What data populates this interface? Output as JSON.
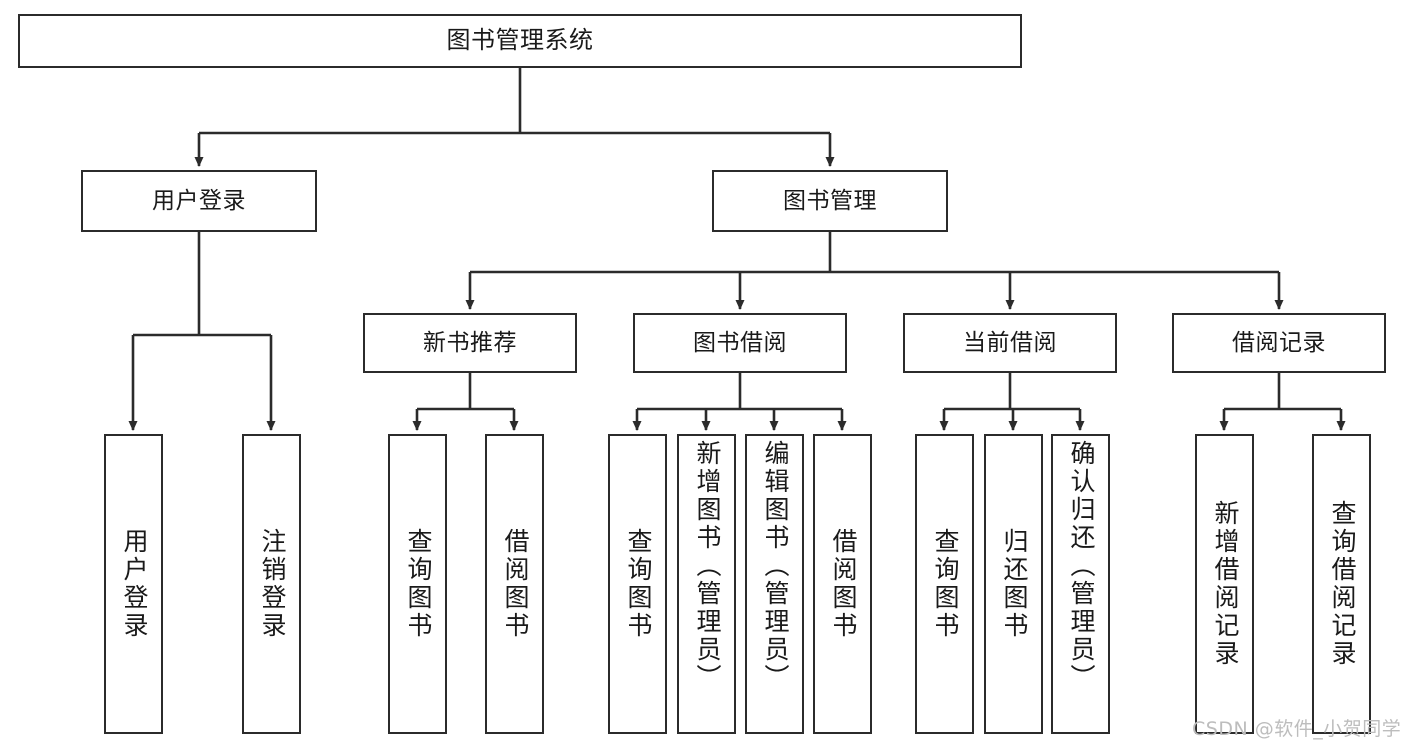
{
  "diagram": {
    "title": "图书管理系统",
    "type": "functional-structure-tree",
    "watermark": "CSDN @软件_小贺同学",
    "colors": {
      "border": "#2b2b2b",
      "background": "#ffffff",
      "text": "#1a1a1a",
      "edge": "#2b2b2b",
      "watermark": "#bdbdbd"
    },
    "levels": {
      "root": {
        "label": "图书管理系统"
      },
      "level2": [
        {
          "id": "user-login",
          "label": "用户登录"
        },
        {
          "id": "book-manage",
          "label": "图书管理"
        }
      ],
      "level3": [
        {
          "id": "new-book-recommend",
          "label": "新书推荐",
          "parent": "book-manage"
        },
        {
          "id": "book-borrow",
          "label": "图书借阅",
          "parent": "book-manage"
        },
        {
          "id": "current-borrow",
          "label": "当前借阅",
          "parent": "book-manage"
        },
        {
          "id": "borrow-record",
          "label": "借阅记录",
          "parent": "book-manage"
        }
      ],
      "leaves": [
        {
          "id": "leaf-user-login",
          "label": "用户登录",
          "parent": "user-login"
        },
        {
          "id": "leaf-user-logout",
          "label": "注销登录",
          "parent": "user-login"
        },
        {
          "id": "leaf-query-book-1",
          "label": "查询图书",
          "parent": "new-book-recommend"
        },
        {
          "id": "leaf-borrow-book-1",
          "label": "借阅图书",
          "parent": "new-book-recommend"
        },
        {
          "id": "leaf-query-book-2",
          "label": "查询图书",
          "parent": "book-borrow"
        },
        {
          "id": "leaf-add-book",
          "label": "新增图书（管理员）",
          "parent": "book-borrow"
        },
        {
          "id": "leaf-edit-book",
          "label": "编辑图书（管理员）",
          "parent": "book-borrow"
        },
        {
          "id": "leaf-borrow-book-2",
          "label": "借阅图书",
          "parent": "book-borrow"
        },
        {
          "id": "leaf-query-book-3",
          "label": "查询图书",
          "parent": "current-borrow"
        },
        {
          "id": "leaf-return-book",
          "label": "归还图书",
          "parent": "current-borrow"
        },
        {
          "id": "leaf-confirm-return",
          "label": "确认归还（管理员）",
          "parent": "current-borrow"
        },
        {
          "id": "leaf-add-record",
          "label": "新增借阅记录",
          "parent": "borrow-record"
        },
        {
          "id": "leaf-query-record",
          "label": "查询借阅记录",
          "parent": "borrow-record"
        }
      ]
    }
  }
}
